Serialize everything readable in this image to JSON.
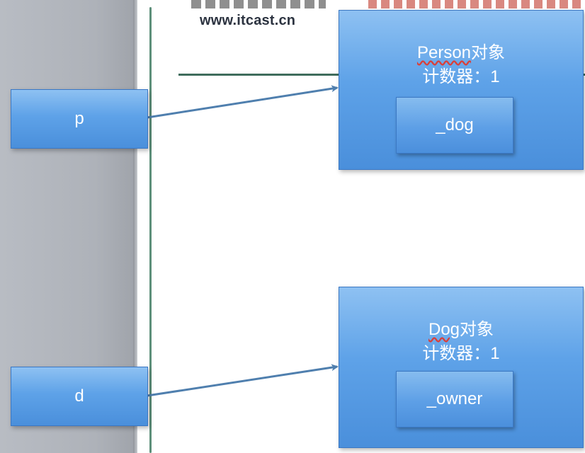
{
  "header": {
    "site_url": "www.itcast.cn"
  },
  "stack": {
    "variables": [
      {
        "label": "p"
      },
      {
        "label": "d"
      }
    ]
  },
  "objects": [
    {
      "title_latin": "Person",
      "title_cjk": "对象",
      "counter": "计数器：1",
      "field": "_dog"
    },
    {
      "title_latin": "Dog",
      "title_cjk": "对象",
      "counter": "计数器：1",
      "field": "_owner"
    }
  ],
  "colors": {
    "box_fill": "#5ea2e8",
    "box_border": "#3b78c4",
    "arrow": "#4f7fae",
    "stack_panel": "#aeb2b9",
    "boundary_line": "#5d8f7a"
  }
}
